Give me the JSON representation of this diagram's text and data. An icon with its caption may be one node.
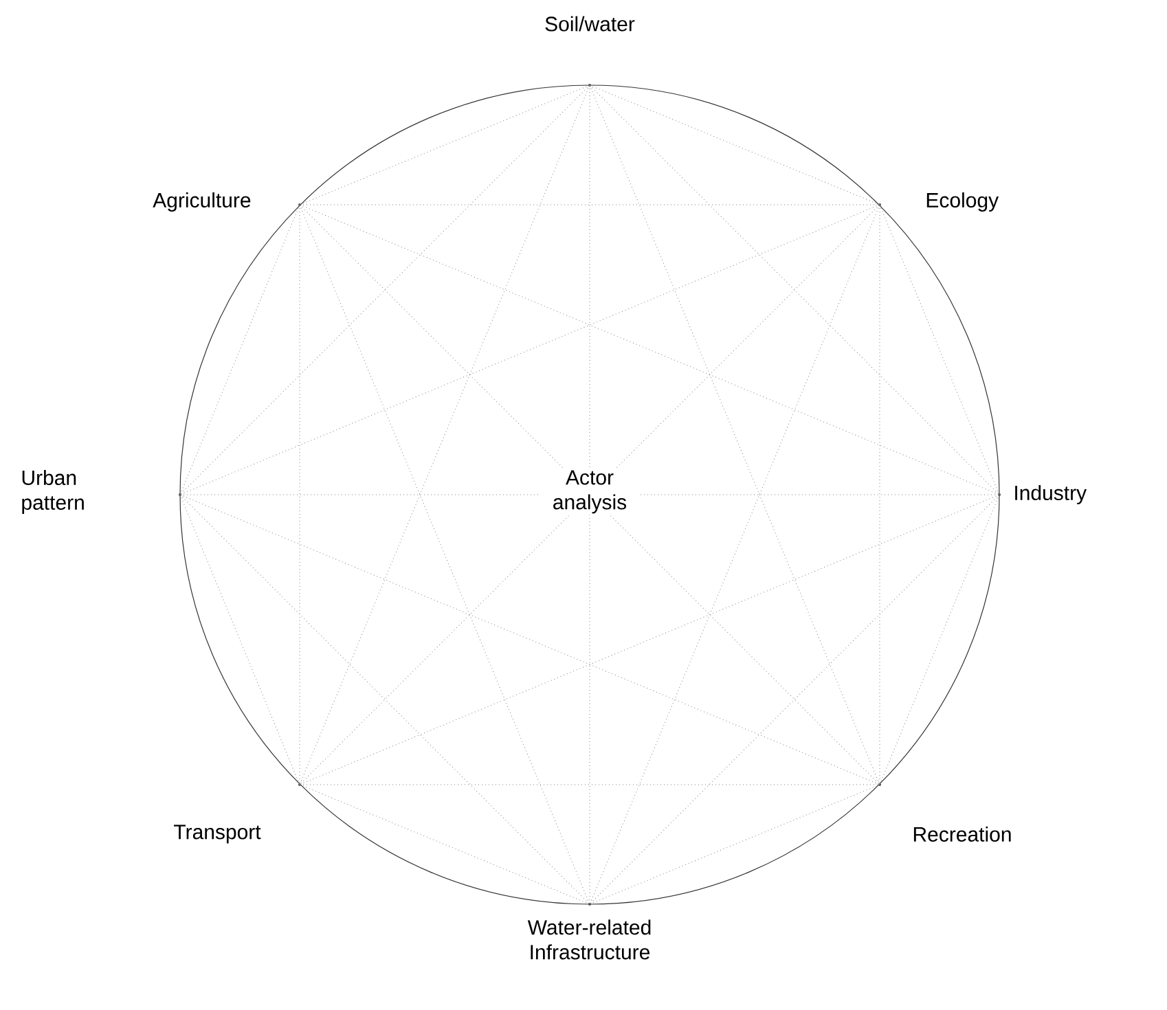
{
  "diagram": {
    "nodes": [
      {
        "text": [
          "Soil/water"
        ]
      },
      {
        "text": [
          "Agriculture"
        ]
      },
      {
        "text": [
          "Ecology"
        ]
      },
      {
        "text": [
          "Urban pattern"
        ]
      },
      {
        "text": [
          "Industry"
        ]
      },
      {
        "text": [
          "Transport"
        ]
      },
      {
        "text": [
          "Recreation"
        ]
      },
      {
        "text": [
          "Water-related Infrastructure"
        ]
      }
    ],
    "edges": [
      {
        "from": 0,
        "to": 1,
        "arrow": "none"
      },
      {
        "from": 0,
        "to": 2,
        "arrow": "none"
      },
      {
        "from": 0,
        "to": 3,
        "arrow": "none"
      },
      {
        "from": 0,
        "to": 4,
        "arrow": "none"
      },
      {
        "from": 0,
        "to": 5,
        "arrow": "none"
      },
      {
        "from": 0,
        "to": 6,
        "arrow": "none"
      },
      {
        "from": 0,
        "to": 7,
        "arrow": "none"
      },
      {
        "from": 1,
        "to": 2,
        "arrow": "none"
      },
      {
        "from": 1,
        "to": 3,
        "arrow": "none"
      },
      {
        "from": 1,
        "to": 4,
        "arrow": "none"
      },
      {
        "from": 1,
        "to": 5,
        "arrow": "none"
      },
      {
        "from": 1,
        "to": 6,
        "arrow": "none"
      },
      {
        "from": 1,
        "to": 7,
        "arrow": "none"
      },
      {
        "from": 2,
        "to": 3,
        "arrow": "none"
      },
      {
        "from": 2,
        "to": 4,
        "arrow": "none"
      },
      {
        "from": 2,
        "to": 5,
        "arrow": "none"
      },
      {
        "from": 2,
        "to": 6,
        "arrow": "none"
      },
      {
        "from": 2,
        "to": 7,
        "arrow": "none"
      },
      {
        "from": 3,
        "to": 4,
        "arrow": "none"
      },
      {
        "from": 3,
        "to": 5,
        "arrow": "none"
      },
      {
        "from": 3,
        "to": 6,
        "arrow": "none"
      },
      {
        "from": 3,
        "to": 7,
        "arrow": "none"
      },
      {
        "from": 4,
        "to": 5,
        "arrow": "none"
      },
      {
        "from": 4,
        "to": 6,
        "arrow": "none"
      },
      {
        "from": 4,
        "to": 7,
        "arrow": "none"
      },
      {
        "from": 5,
        "to": 6,
        "arrow": "none"
      },
      {
        "from": 5,
        "to": 7,
        "arrow": "none"
      },
      {
        "from": 6,
        "to": 7,
        "arrow": "none"
      }
    ],
    "labels": [
      "Actor analysis"
    ]
  }
}
